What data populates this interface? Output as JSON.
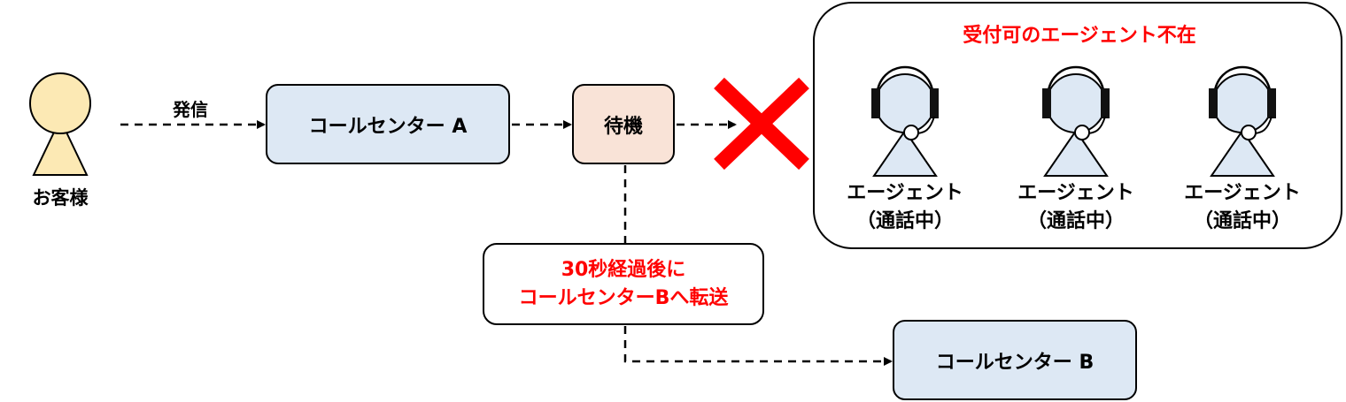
{
  "customer": {
    "label": "お客様"
  },
  "call_edge": {
    "label": "発信"
  },
  "center_a": {
    "label": "コールセンター A"
  },
  "wait": {
    "label": "待機"
  },
  "agent_group": {
    "title": "受付可のエージェント不在",
    "agents": [
      {
        "name": "エージェント",
        "status": "（通話中）"
      },
      {
        "name": "エージェント",
        "status": "（通話中）"
      },
      {
        "name": "エージェント",
        "status": "（通話中）"
      }
    ]
  },
  "transfer_note": {
    "line1": "30秒経過後に",
    "line2": "コールセンターBへ転送"
  },
  "center_b": {
    "label": "コールセンター B"
  },
  "colors": {
    "center_fill": "#dde8f4",
    "wait_fill": "#f9e3d7",
    "customer_fill": "#fce9b4",
    "agent_fill": "#dde8f4",
    "cross": "#ff0000",
    "highlight_text": "#ff0000"
  }
}
